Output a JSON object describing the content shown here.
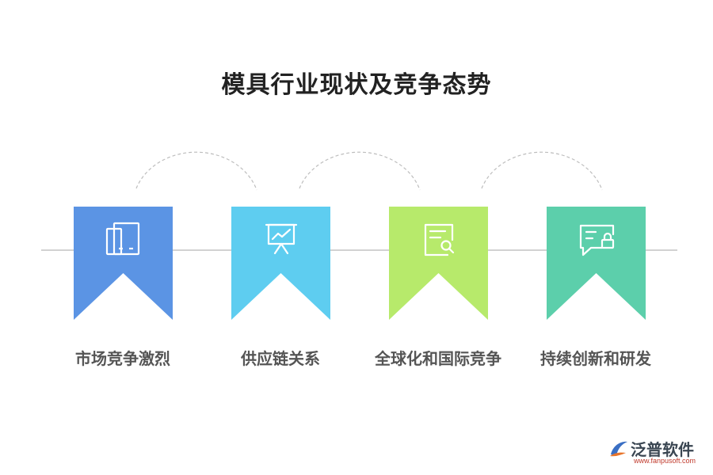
{
  "title": "模具行业现状及竞争态势",
  "items": [
    {
      "label": "市场竞争激烈",
      "color": "#5b94e4",
      "icon": "document-pages-icon"
    },
    {
      "label": "供应链关系",
      "color": "#5ecdf0",
      "icon": "presentation-chart-icon"
    },
    {
      "label": "全球化和国际竞争",
      "color": "#b7ea6b",
      "icon": "document-search-icon"
    },
    {
      "label": "持续创新和研发",
      "color": "#5ccfab",
      "icon": "chat-lock-icon"
    }
  ],
  "logo": {
    "name": "泛普软件",
    "url": "www.fanpusoft.com"
  }
}
